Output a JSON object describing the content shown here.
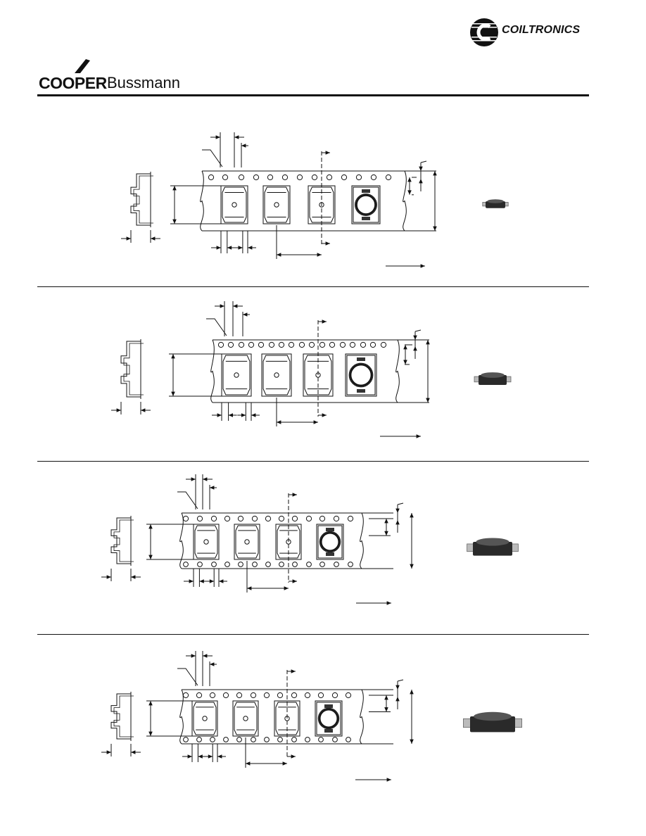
{
  "header": {
    "cooper_logo_text": "COOPER",
    "bussmann_logo_text": "Bussmann",
    "coiltronics_logo_text": "COILTRONICS"
  },
  "colors": {
    "ink": "#111111",
    "component_dark": "#2a2a2a",
    "component_mid": "#555555",
    "terminal": "#cfcfcf"
  },
  "diagrams": [
    {
      "component_photo_icon": "inductor-small-icon"
    },
    {
      "component_photo_icon": "inductor-medium-icon"
    },
    {
      "component_photo_icon": "inductor-large-icon"
    },
    {
      "component_photo_icon": "inductor-xlarge-icon"
    }
  ]
}
